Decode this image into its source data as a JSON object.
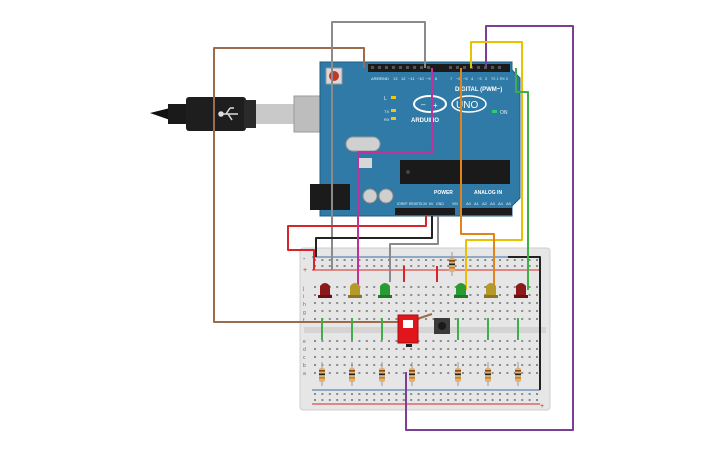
{
  "board": {
    "brand": "ARDUINO",
    "model": "UNO",
    "digital_label": "DIGITAL (PWM~)",
    "analog_label": "ANALOG IN",
    "power_label": "POWER",
    "on_label": "ON",
    "l_label": "L",
    "tx_label": "TX",
    "rx_label": "RX",
    "aref_label": "AREF",
    "gnd_label": "GND",
    "ioref_label": "IOREF",
    "reset_label": "RESET",
    "v33_label": "3.3V",
    "v5_label": "5V",
    "vin_label": "VIN",
    "digital_pins": [
      "13",
      "12",
      "~11",
      "~10",
      "~9",
      "8",
      "7",
      "~6",
      "~5",
      "4",
      "~3",
      "2",
      "TX 1",
      "RX 0"
    ],
    "analog_pins": [
      "A0",
      "A1",
      "A2",
      "A3",
      "A4",
      "A5"
    ]
  },
  "breadboard": {
    "row_letters_top": [
      "j",
      "i",
      "h",
      "g",
      "f"
    ],
    "row_letters_bottom": [
      "e",
      "d",
      "c",
      "b",
      "a"
    ],
    "rail_plus": "+",
    "rail_minus": "-"
  },
  "colors": {
    "board_blue": "#2f7aa6",
    "wire_brown": "#9b6b4b",
    "wire_gray": "#8a8a8a",
    "wire_purple": "#7b3f98",
    "wire_yellow": "#e8c200",
    "wire_green": "#3fae49",
    "wire_orange": "#e0851a",
    "wire_red": "#d7262b",
    "wire_magenta": "#c2309b",
    "wire_black": "#222222",
    "led_red": "#8b1a1a",
    "led_yellow": "#b59a2a",
    "led_green": "#2a9a32"
  }
}
